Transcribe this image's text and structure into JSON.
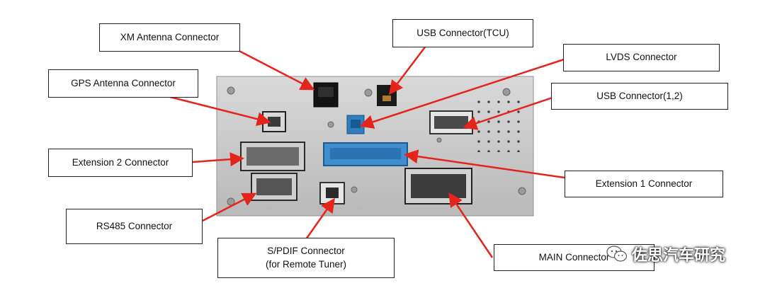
{
  "labels": {
    "xm_antenna": "XM Antenna Connector",
    "usb_tcu": "USB Connector(TCU)",
    "lvds": "LVDS Connector",
    "gps_antenna": "GPS Antenna Connector",
    "usb_12": "USB Connector(1,2)",
    "extension_2": "Extension  2  Connector",
    "extension_1": "Extension  1  Connector",
    "rs485": "RS485 Connector",
    "spdif": "S/PDIF Connector\n(for Remote Tuner)",
    "main": "MAIN Connector"
  },
  "watermark": {
    "text": "佐思汽车研究",
    "icon": "wechat-icon"
  },
  "colors": {
    "arrow": "#e5241c",
    "panel": "#c9c9c9",
    "blue_connector": "#3f8fd0"
  }
}
